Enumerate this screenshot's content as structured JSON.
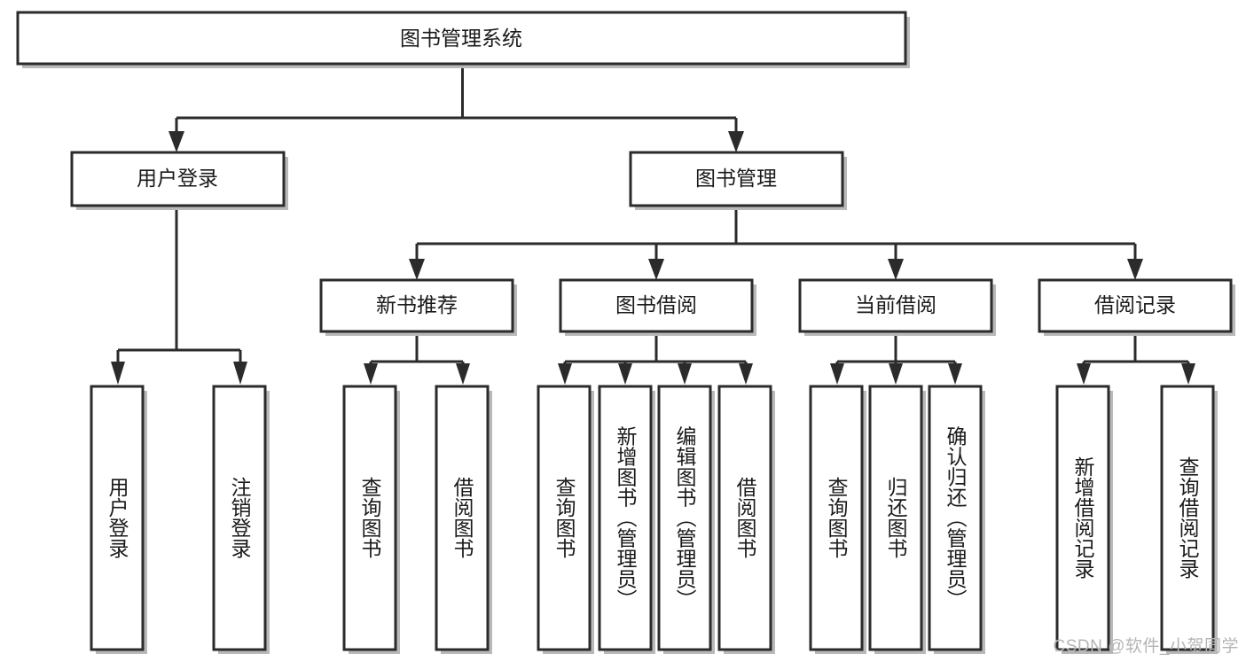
{
  "diagram": {
    "type": "tree-hierarchy",
    "title": "图书管理系统",
    "root": {
      "id": "root",
      "label": "图书管理系统",
      "orientation": "horizontal"
    },
    "level2": [
      {
        "id": "user-login",
        "label": "用户登录",
        "orientation": "horizontal"
      },
      {
        "id": "book-management",
        "label": "图书管理",
        "orientation": "horizontal"
      }
    ],
    "level3": [
      {
        "id": "new-book-recommend",
        "label": "新书推荐",
        "orientation": "horizontal",
        "parent": "book-management"
      },
      {
        "id": "book-borrow",
        "label": "图书借阅",
        "orientation": "horizontal",
        "parent": "book-management"
      },
      {
        "id": "current-borrow",
        "label": "当前借阅",
        "orientation": "horizontal",
        "parent": "book-management"
      },
      {
        "id": "borrow-record",
        "label": "借阅记录",
        "orientation": "horizontal",
        "parent": "book-management"
      }
    ],
    "leaves": [
      {
        "id": "leaf-user-login",
        "label": "用户登录",
        "orientation": "vertical",
        "parent": "user-login"
      },
      {
        "id": "leaf-user-logout",
        "label": "注销登录",
        "orientation": "vertical",
        "parent": "user-login"
      },
      {
        "id": "leaf-query-book-1",
        "label": "查询图书",
        "orientation": "vertical",
        "parent": "new-book-recommend"
      },
      {
        "id": "leaf-borrow-book-1",
        "label": "借阅图书",
        "orientation": "vertical",
        "parent": "new-book-recommend"
      },
      {
        "id": "leaf-query-book-2",
        "label": "查询图书",
        "orientation": "vertical",
        "parent": "book-borrow"
      },
      {
        "id": "leaf-add-book",
        "label": "新增图书（管理员）",
        "orientation": "vertical",
        "parent": "book-borrow"
      },
      {
        "id": "leaf-edit-book",
        "label": "编辑图书（管理员）",
        "orientation": "vertical",
        "parent": "book-borrow"
      },
      {
        "id": "leaf-borrow-book-2",
        "label": "借阅图书",
        "orientation": "vertical",
        "parent": "book-borrow"
      },
      {
        "id": "leaf-query-book-3",
        "label": "查询图书",
        "orientation": "vertical",
        "parent": "current-borrow"
      },
      {
        "id": "leaf-return-book",
        "label": "归还图书",
        "orientation": "vertical",
        "parent": "current-borrow"
      },
      {
        "id": "leaf-confirm-return",
        "label": "确认归还（管理员）",
        "orientation": "vertical",
        "parent": "current-borrow"
      },
      {
        "id": "leaf-add-record",
        "label": "新增借阅记录",
        "orientation": "vertical",
        "parent": "borrow-record"
      },
      {
        "id": "leaf-query-record",
        "label": "查询借阅记录",
        "orientation": "vertical",
        "parent": "borrow-record"
      }
    ]
  },
  "watermark": {
    "text": "CSDN @软件_小贺同学"
  },
  "colors": {
    "box_stroke": "#2b2b2b",
    "box_fill": "#ffffff",
    "shadow": "#b9b9b9",
    "text": "#1a1a1a",
    "watermark": "#b5b5b5",
    "background": "#ffffff"
  }
}
